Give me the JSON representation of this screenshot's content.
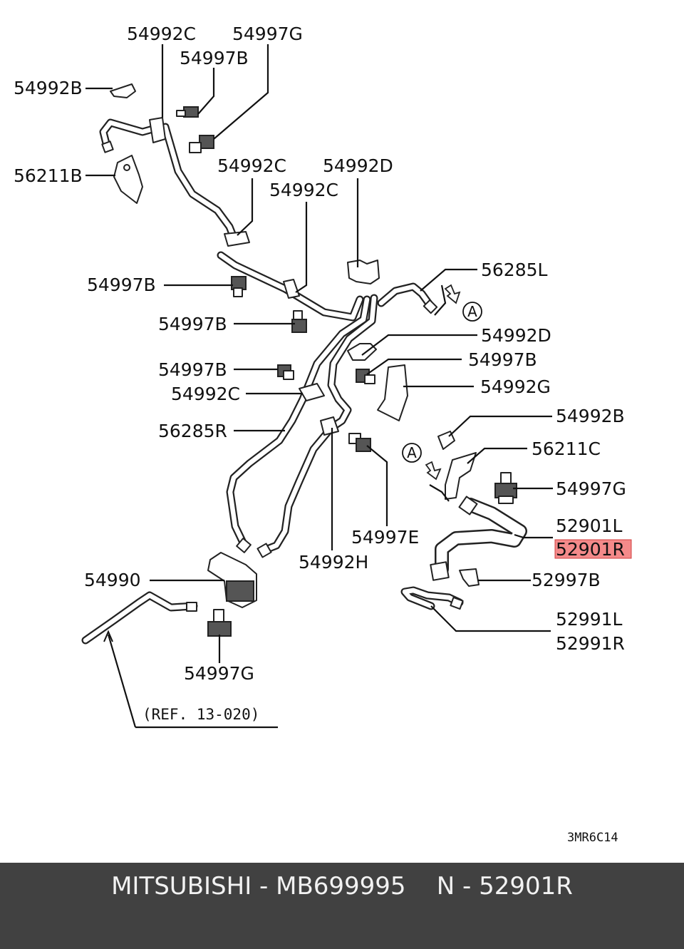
{
  "labels": {
    "l_54992C_a": "54992C",
    "l_54997G_a": "54997G",
    "l_54997B_a": "54997B",
    "l_54992B_a": "54992B",
    "l_56211B": "56211B",
    "l_54992C_b": "54992C",
    "l_54992D_a": "54992D",
    "l_54992C_c": "54992C",
    "l_54997B_b": "54997B",
    "l_56285L": "56285L",
    "l_54997B_c": "54997B",
    "l_54992D_b": "54992D",
    "l_54997B_d": "54997B",
    "l_54997B_e": "54997B",
    "l_54992G": "54992G",
    "l_54992C_d": "54992C",
    "l_54992B_b": "54992B",
    "l_56285R": "56285R",
    "l_56211C": "56211C",
    "l_54997G_b": "54997G",
    "l_52901L": "52901L",
    "l_52901R": "52901R",
    "l_54997E": "54997E",
    "l_54992H": "54992H",
    "l_54990": "54990",
    "l_52997B": "52997B",
    "l_52991L": "52991L",
    "l_52991R": "52991R",
    "l_54997G_c": "54997G",
    "ref": "(REF. 13-020)",
    "view_a_1": "A",
    "view_a_2": "A",
    "diagram_code": "3MR6C14"
  },
  "highlight": {
    "part": "52901R",
    "color": "#f48a8a"
  },
  "footer": {
    "text": "MITSUBISHI - MB699995    N - 52901R",
    "background": "#414141"
  }
}
